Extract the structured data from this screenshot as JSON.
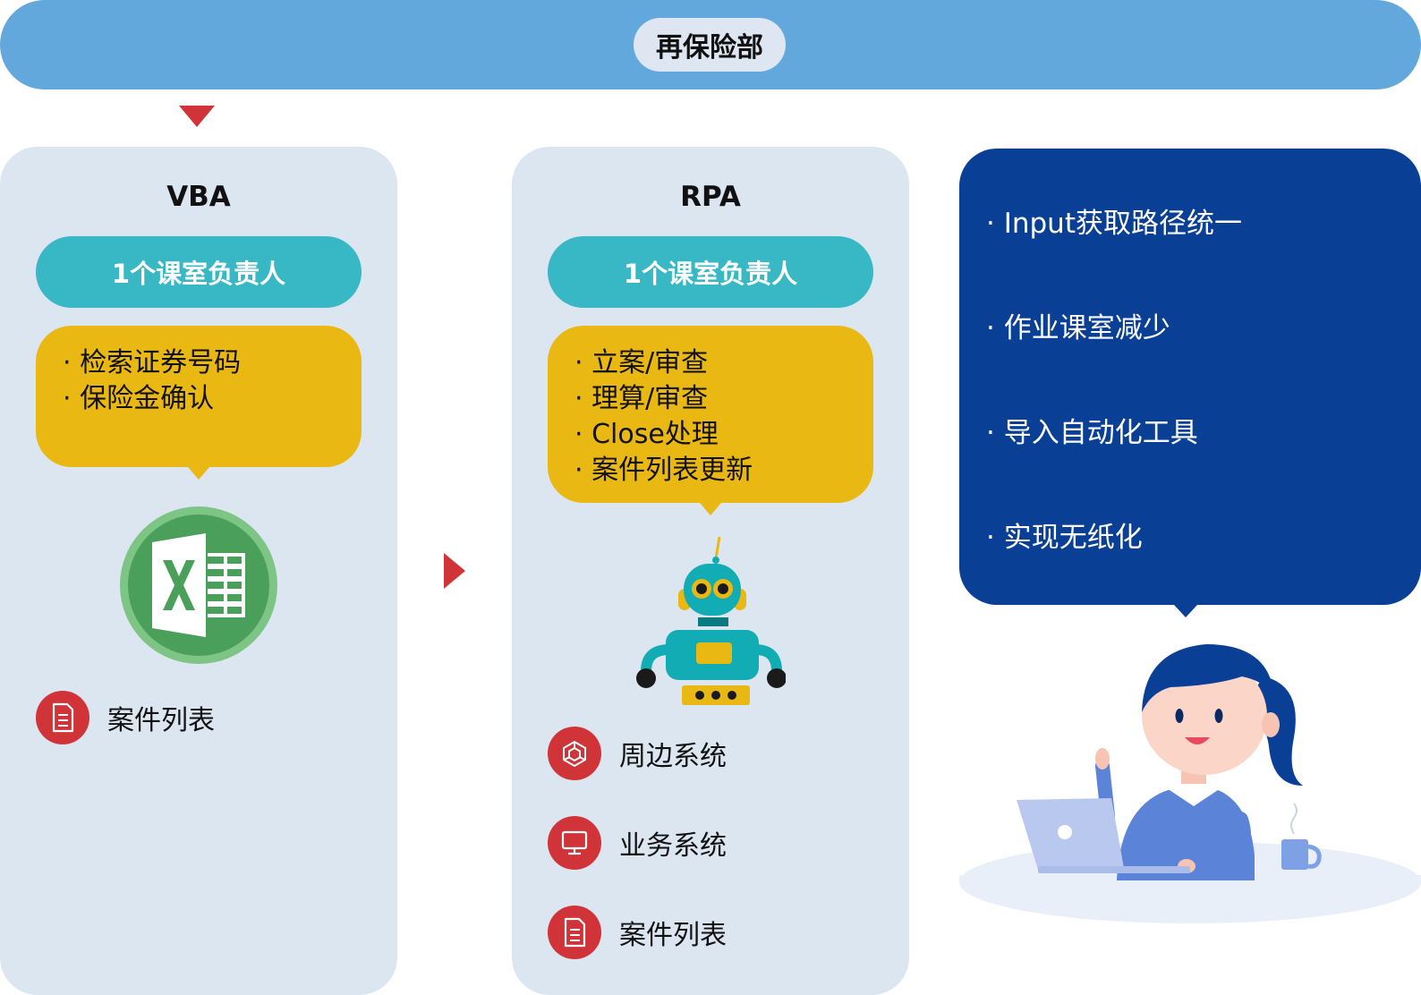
{
  "header": {
    "title": "再保险部"
  },
  "vba": {
    "title": "VBA",
    "owner": "1个课室负责人",
    "tasks": [
      "· 检索证券号码",
      "· 保险金确认"
    ],
    "systems": [
      {
        "label": "案件列表",
        "icon": "document-icon"
      }
    ]
  },
  "rpa": {
    "title": "RPA",
    "owner": "1个课室负责人",
    "tasks": [
      "· 立案/审查",
      "· 理算/审查",
      "· Close处理",
      "· 案件列表更新"
    ],
    "systems": [
      {
        "label": "周边系统",
        "icon": "cube-icon"
      },
      {
        "label": "业务系统",
        "icon": "monitor-icon"
      },
      {
        "label": "案件列表",
        "icon": "document-icon"
      }
    ]
  },
  "benefits": {
    "items": [
      "· Input获取路径统一",
      "· 作业课室减少",
      "· 导入自动化工具",
      "· 实现无纸化"
    ]
  },
  "colors": {
    "header": "#62a8dc",
    "panel": "#dce6f1",
    "owner_pill": "#38b7c4",
    "task_box": "#eab812",
    "icon_circle": "#d13438",
    "benefits_box": "#0a3f96",
    "arrow": "#d13438",
    "excel_green": "#4aa05a",
    "robot_teal": "#12adb4"
  }
}
